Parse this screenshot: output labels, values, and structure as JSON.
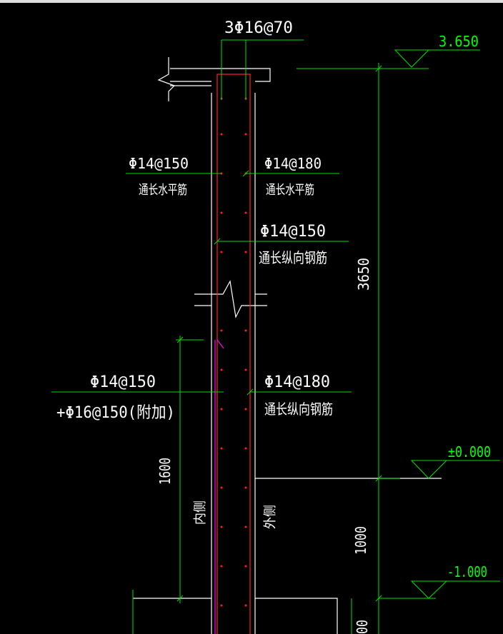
{
  "colors": {
    "background": "#000000",
    "wall": "#ffffff",
    "rebar": "#ff2020",
    "leader": "#00e000",
    "text": "#ffffff",
    "elevation_text": "#00ff00",
    "accent": "#ff00ff"
  },
  "labels": {
    "top_rebar": "3Φ16@70",
    "inner_horizontal_spec": "Φ14@150",
    "inner_horizontal_desc": "通长水平筋",
    "outer_horizontal_spec": "Φ14@180",
    "outer_horizontal_desc": "通长水平筋",
    "inner_vertical_spec": "Φ14@150",
    "inner_vertical_desc": "通长纵向钢筋",
    "inner_lower_spec": "Φ14@150",
    "inner_lower_extra": "+Φ16@150(附加)",
    "outer_lower_spec": "Φ14@180",
    "outer_lower_desc": "通长纵向钢筋",
    "inner_side": "内侧",
    "outer_side": "外侧"
  },
  "elevations": {
    "top": "3.650",
    "ground": "±0.000",
    "bottom": "-1.000"
  },
  "dimensions": {
    "upper_height": "3650",
    "lower_height": "1000",
    "additional_zone": "1600",
    "cut_off": "00"
  }
}
